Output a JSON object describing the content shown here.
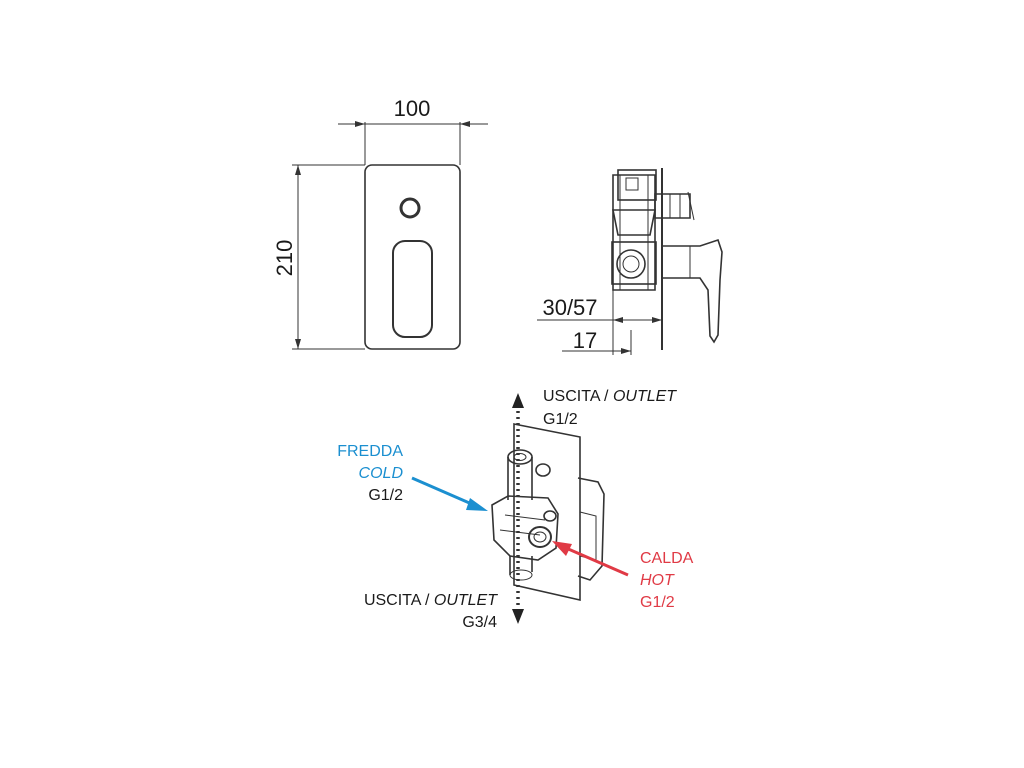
{
  "dimensions": {
    "width": "100",
    "height": "210",
    "depth": "30/57",
    "depth_min": "17"
  },
  "annotations": {
    "outlet_top": {
      "line1_plain": "USCITA / ",
      "line1_italic": "OUTLET",
      "line2": "G1/2"
    },
    "cold": {
      "line1": "FREDDA",
      "line2": "COLD",
      "line3": "G1/2"
    },
    "outlet_bottom": {
      "line1_plain": "USCITA / ",
      "line1_italic": "OUTLET",
      "line2": "G3/4"
    },
    "hot": {
      "line1": "CALDA",
      "line2": "HOT",
      "line3": "G1/2"
    }
  },
  "colors": {
    "cold": "#1b8fd0",
    "hot": "#e03a45",
    "line": "#333333"
  }
}
